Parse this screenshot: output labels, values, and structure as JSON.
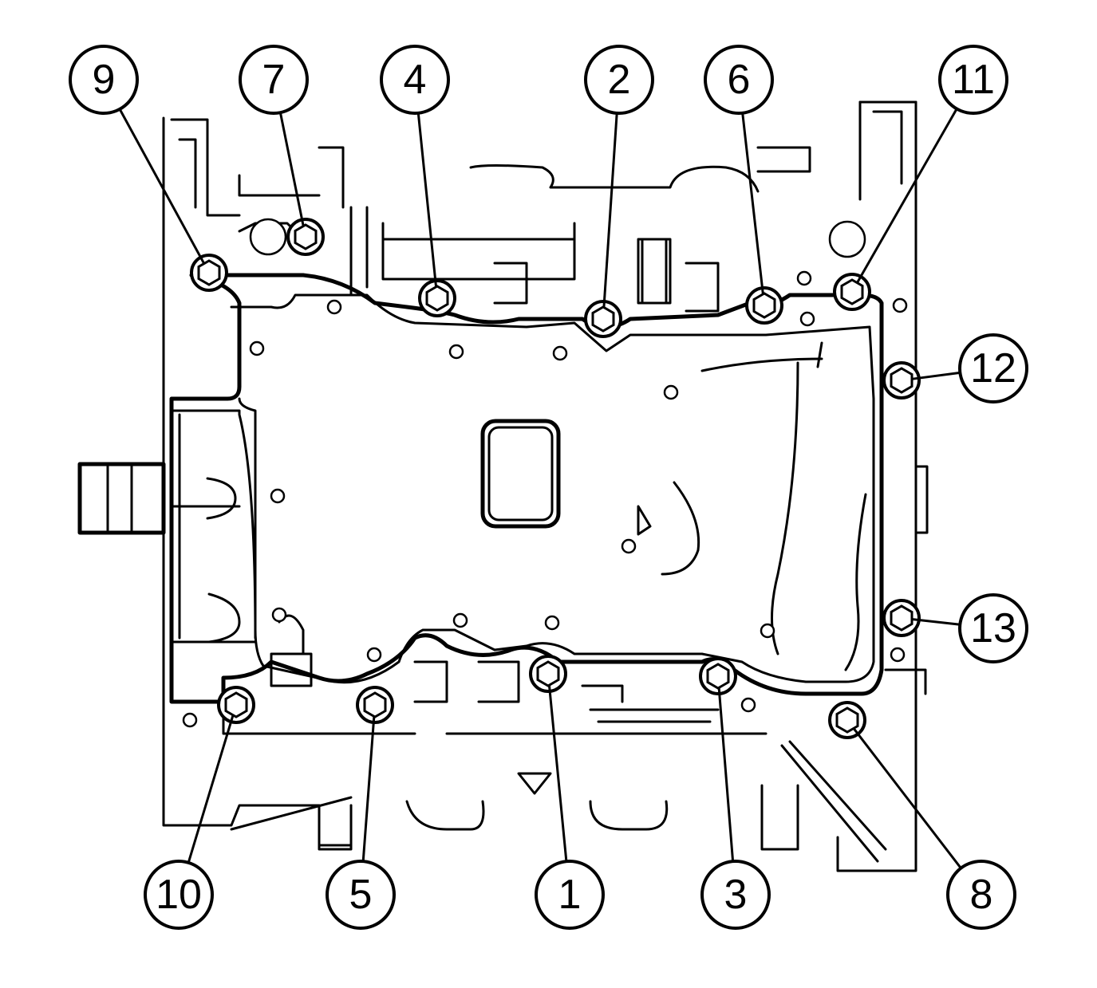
{
  "diagram": {
    "callouts": [
      {
        "id": "c9",
        "label": "9"
      },
      {
        "id": "c7",
        "label": "7"
      },
      {
        "id": "c4",
        "label": "4"
      },
      {
        "id": "c2",
        "label": "2"
      },
      {
        "id": "c6",
        "label": "6"
      },
      {
        "id": "c11",
        "label": "11"
      },
      {
        "id": "c12",
        "label": "12"
      },
      {
        "id": "c13",
        "label": "13"
      },
      {
        "id": "c10",
        "label": "10"
      },
      {
        "id": "c5",
        "label": "5"
      },
      {
        "id": "c1",
        "label": "1"
      },
      {
        "id": "c3",
        "label": "3"
      },
      {
        "id": "c8",
        "label": "8"
      }
    ]
  }
}
